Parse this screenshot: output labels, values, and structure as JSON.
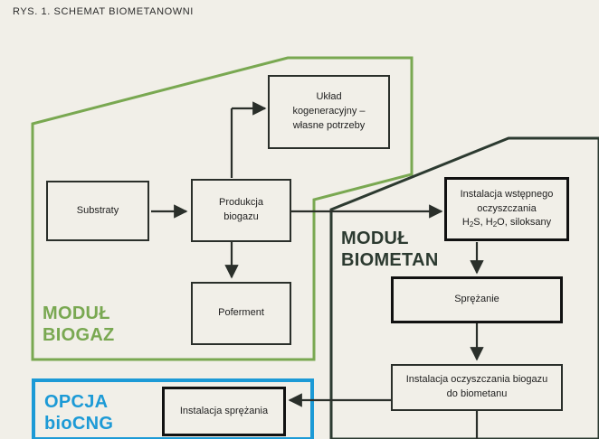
{
  "figure_title": "RYS. 1. SCHEMAT BIOMETANOWNI",
  "modules": {
    "biogaz": {
      "label": "MODUŁ\nBIOGAZ",
      "color": "#79a851"
    },
    "biometan": {
      "label": "MODUŁ\nBIOMETAN",
      "color": "#2c3a30"
    },
    "biocng": {
      "label": "OPCJA\nbioCNG",
      "color": "#1c9ad6"
    }
  },
  "nodes": {
    "substraty": "Substraty",
    "produkcja": "Produkcja biogazu",
    "kogeneracja": "Układ kogeneracyjny – własne potrzeby",
    "poferment": "Poferment",
    "wstepne": {
      "line1": "Instalacja wstępnego",
      "line2": "oczyszczania",
      "h": "H",
      "s2": "2",
      "s_sep": "S, H",
      "o2": "2",
      "o_rest": "O, siloksany"
    },
    "sprezanie": "Sprężanie",
    "oczyszczanie": "Instalacja oczyszczania biogazu do biometanu",
    "instalacja_sprezania": "Instalacja sprężania"
  }
}
